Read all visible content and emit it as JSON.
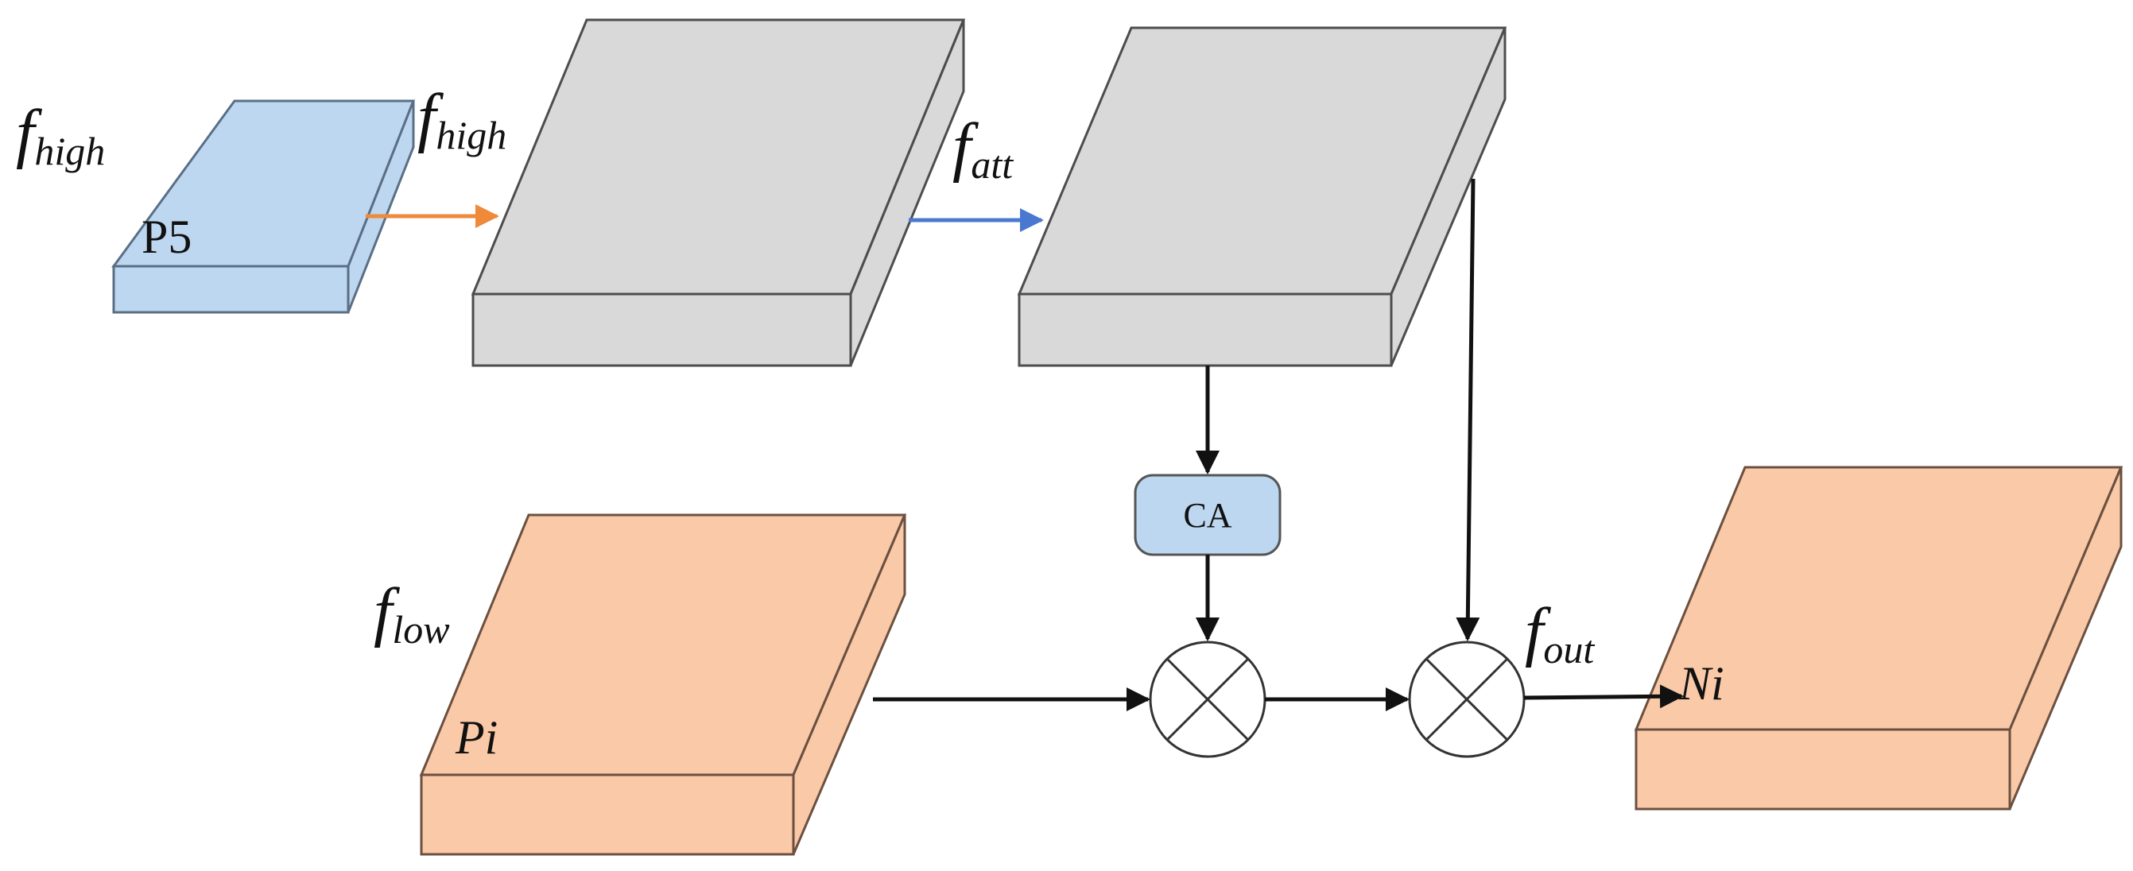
{
  "labels": {
    "f_high_left": {
      "base": "f",
      "sub": "high"
    },
    "f_high_mid": {
      "base": "f",
      "sub": "high"
    },
    "f_att": {
      "base": "f",
      "sub": "att"
    },
    "f_low": {
      "base": "f",
      "sub": "low"
    },
    "f_out": {
      "base": "f",
      "sub": "out"
    }
  },
  "blocks": {
    "p5": "P5",
    "pi": "Pi",
    "ni": "Ni",
    "ca": "CA"
  },
  "colors": {
    "blue_fill": "#bcd7ef",
    "blue_stroke": "#5a6f86",
    "gray_fill": "#d9d9d9",
    "gray_stroke": "#4d4d4d",
    "peach_fill": "#f9c9a8",
    "peach_stroke": "#6b5040",
    "orange_arrow": "#ee8a3a",
    "blue_arrow": "#4a78d0",
    "black_arrow": "#111111"
  },
  "symbols": {
    "multiply": "multiply-circle-icon"
  }
}
